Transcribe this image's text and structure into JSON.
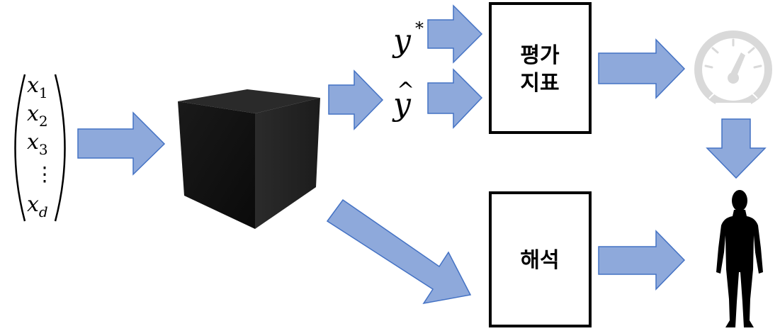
{
  "input_vector": {
    "entries": [
      {
        "base": "x",
        "sub": "1"
      },
      {
        "base": "x",
        "sub": "2"
      },
      {
        "base": "x",
        "sub": "3"
      },
      {
        "base": "⋮",
        "sub": ""
      },
      {
        "base": "x",
        "sub": "d"
      }
    ]
  },
  "ground_truth": {
    "base": "y",
    "sup": "*"
  },
  "prediction": {
    "base": "y",
    "hat": "^"
  },
  "boxes": {
    "metric_line1": "평가",
    "metric_line2": "지표",
    "interpretation": "해석"
  },
  "icons": {
    "model": "black-box-cube-icon",
    "gauge": "speedometer-gauge-icon",
    "person": "person-silhouette-icon"
  },
  "colors": {
    "arrow_fill": "#8EA9DB",
    "arrow_stroke": "#4472C4",
    "cube_dark": "#111111",
    "gauge_gray": "#D9D9D9",
    "silhouette": "#000000"
  }
}
